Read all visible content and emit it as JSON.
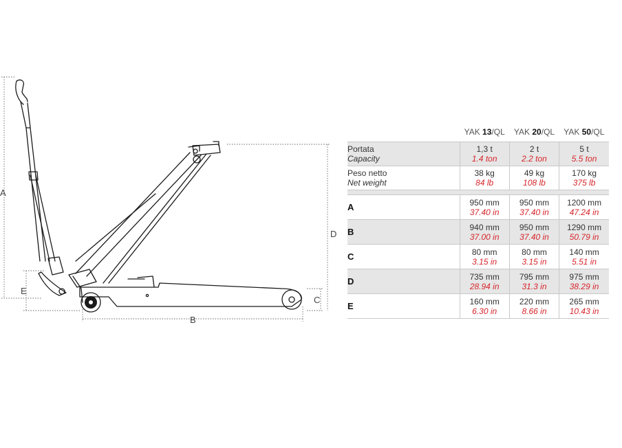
{
  "diagram": {
    "dimension_labels": {
      "A": "A",
      "B": "B",
      "C": "C",
      "D": "D",
      "E": "E"
    }
  },
  "table": {
    "models": [
      {
        "prefix": "YAK ",
        "number": "13",
        "suffix": "/QL"
      },
      {
        "prefix": "YAK ",
        "number": "20",
        "suffix": "/QL"
      },
      {
        "prefix": "YAK ",
        "number": "50",
        "suffix": "/QL"
      }
    ],
    "rows": [
      {
        "label": "Portata",
        "label_en": "Capacity",
        "values": [
          {
            "metric": "1,3 t",
            "imperial": "1.4 ton"
          },
          {
            "metric": "2 t",
            "imperial": "2.2 ton"
          },
          {
            "metric": "5 t",
            "imperial": "5.5 ton"
          }
        ]
      },
      {
        "label": "Peso netto",
        "label_en": "Net weight",
        "values": [
          {
            "metric": "38 kg",
            "imperial": "84 lb"
          },
          {
            "metric": "49 kg",
            "imperial": "108 lb"
          },
          {
            "metric": "170 kg",
            "imperial": "375 lb"
          }
        ]
      }
    ],
    "dim_rows": [
      {
        "key": "A",
        "values": [
          {
            "metric": "950 mm",
            "imperial": "37.40 in"
          },
          {
            "metric": "950 mm",
            "imperial": "37.40 in"
          },
          {
            "metric": "1200 mm",
            "imperial": "47.24 in"
          }
        ]
      },
      {
        "key": "B",
        "values": [
          {
            "metric": "940 mm",
            "imperial": "37.00 in"
          },
          {
            "metric": "950 mm",
            "imperial": "37.40 in"
          },
          {
            "metric": "1290 mm",
            "imperial": "50.79 in"
          }
        ]
      },
      {
        "key": "C",
        "values": [
          {
            "metric": "80 mm",
            "imperial": "3.15 in"
          },
          {
            "metric": "80 mm",
            "imperial": "3.15 in"
          },
          {
            "metric": "140 mm",
            "imperial": "5.51 in"
          }
        ]
      },
      {
        "key": "D",
        "values": [
          {
            "metric": "735 mm",
            "imperial": "28.94 in"
          },
          {
            "metric": "795 mm",
            "imperial": "31.3 in"
          },
          {
            "metric": "975 mm",
            "imperial": "38.29 in"
          }
        ]
      },
      {
        "key": "E",
        "values": [
          {
            "metric": "160 mm",
            "imperial": "6.30 in"
          },
          {
            "metric": "220 mm",
            "imperial": "8.66 in"
          },
          {
            "metric": "265 mm",
            "imperial": "10.43 in"
          }
        ]
      }
    ]
  }
}
